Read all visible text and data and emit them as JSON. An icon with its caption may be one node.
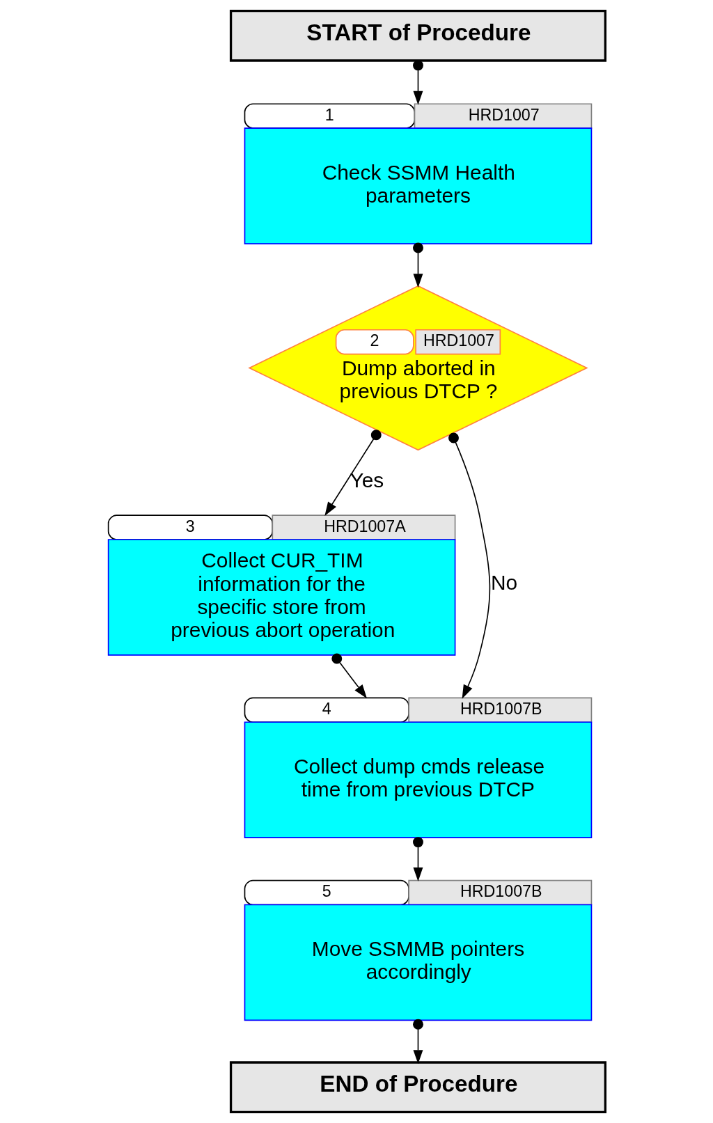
{
  "diagram": {
    "nodes": [
      {
        "text": [
          "START of Procedure"
        ]
      },
      {
        "text": [
          "1",
          "HRD1007",
          "Check SSMM Health parameters"
        ]
      },
      {
        "text": [
          "2",
          "HRD1007",
          "Dump aborted in previous DTCP ?"
        ]
      },
      {
        "text": [
          "3",
          "HRD1007A",
          "Collect CUR_TIM information for the specific store from previous abort operation"
        ]
      },
      {
        "text": [
          "4",
          "HRD1007B",
          "Collect dump cmds release time from previous DTCP"
        ]
      },
      {
        "text": [
          "5",
          "HRD1007B",
          "Move SSMMB pointers accordingly"
        ]
      },
      {
        "text": [
          "END of Procedure"
        ]
      }
    ],
    "edges": [
      {
        "from": 0,
        "to": 1,
        "arrow": "to"
      },
      {
        "from": 1,
        "to": 2,
        "arrow": "to"
      },
      {
        "from": 2,
        "to": 3,
        "arrow": "to",
        "label": "Yes"
      },
      {
        "from": 2,
        "to": 4,
        "arrow": "to",
        "label": "No"
      },
      {
        "from": 3,
        "to": 4,
        "arrow": "to"
      },
      {
        "from": 4,
        "to": 5,
        "arrow": "to"
      },
      {
        "from": 5,
        "to": 6,
        "arrow": "to"
      }
    ]
  }
}
